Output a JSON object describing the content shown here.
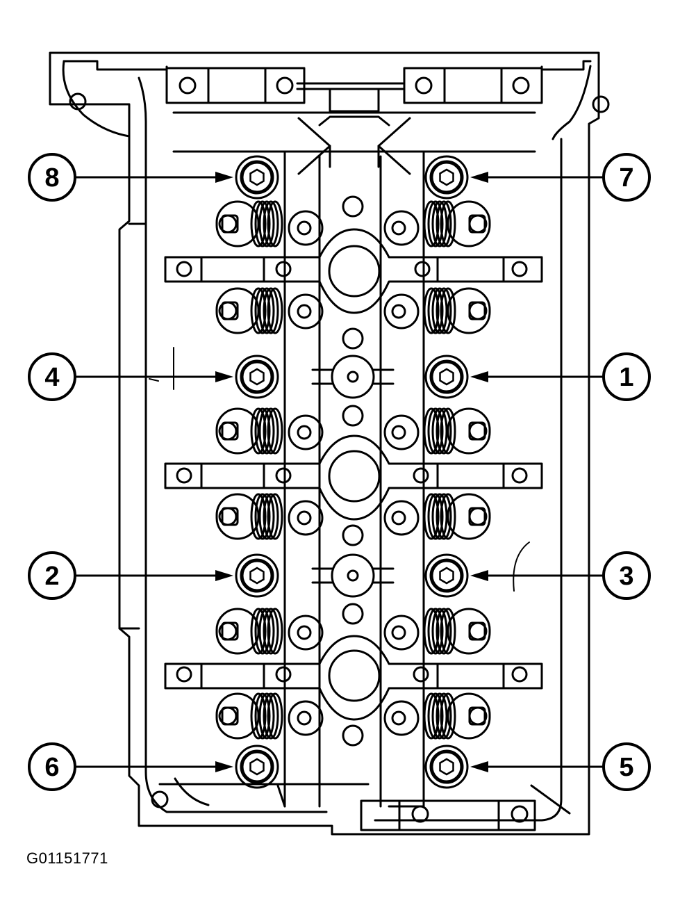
{
  "diagram": {
    "figure_id": "G01151771",
    "colors": {
      "ink": "#000000",
      "paper": "#ffffff"
    },
    "callouts": [
      {
        "label": "8",
        "side": "left"
      },
      {
        "label": "7",
        "side": "right"
      },
      {
        "label": "4",
        "side": "left"
      },
      {
        "label": "1",
        "side": "right"
      },
      {
        "label": "2",
        "side": "left"
      },
      {
        "label": "3",
        "side": "right"
      },
      {
        "label": "6",
        "side": "left"
      },
      {
        "label": "5",
        "side": "right"
      }
    ]
  }
}
